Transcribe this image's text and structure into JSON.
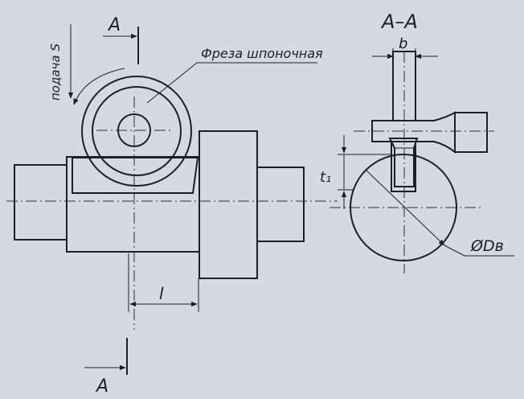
{
  "diagram": {
    "section_marker": "A",
    "section_title": "A–A",
    "feed_label": "подача S",
    "cutter_label": "Фреза шпоночная",
    "dim_width": "b",
    "dim_depth": "t₁",
    "dim_length": "l",
    "dim_diameter": "ØDв"
  },
  "colors": {
    "background": "#d6d9e4",
    "ink": "#1c1e28"
  }
}
